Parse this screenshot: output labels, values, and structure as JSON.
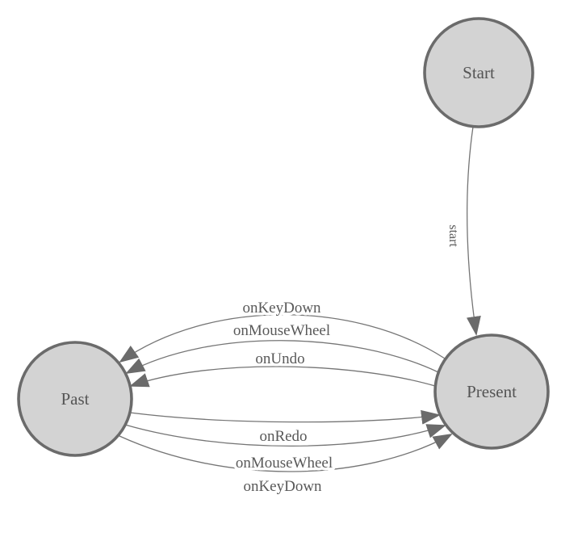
{
  "diagram": {
    "kind": "state-machine-diagram",
    "background_color": "#ffffff",
    "colors": {
      "node_fill": "#d3d3d3",
      "node_border": "#6b6b6b",
      "edge_line": "#757575",
      "arrowhead": "#6b6b6b",
      "label_text": "#595959"
    },
    "nodes": [
      {
        "id": "start",
        "label": "Start"
      },
      {
        "id": "present",
        "label": "Present"
      },
      {
        "id": "past",
        "label": "Past"
      }
    ],
    "edges": [
      {
        "id": "start-to-present",
        "from": "Start",
        "to": "Present",
        "label": "start"
      },
      {
        "id": "present-to-past-onkeydown",
        "from": "Present",
        "to": "Past",
        "label": "onKeyDown"
      },
      {
        "id": "present-to-past-onmousewheel",
        "from": "Present",
        "to": "Past",
        "label": "onMouseWheel"
      },
      {
        "id": "present-to-past-onundo",
        "from": "Present",
        "to": "Past",
        "label": "onUndo"
      },
      {
        "id": "past-to-present-onredo",
        "from": "Past",
        "to": "Present",
        "label": "onRedo"
      },
      {
        "id": "past-to-present-onmousewheel",
        "from": "Past",
        "to": "Present",
        "label": "onMouseWheel"
      },
      {
        "id": "past-to-present-onkeydown",
        "from": "Past",
        "to": "Present",
        "label": "onKeyDown"
      }
    ]
  }
}
